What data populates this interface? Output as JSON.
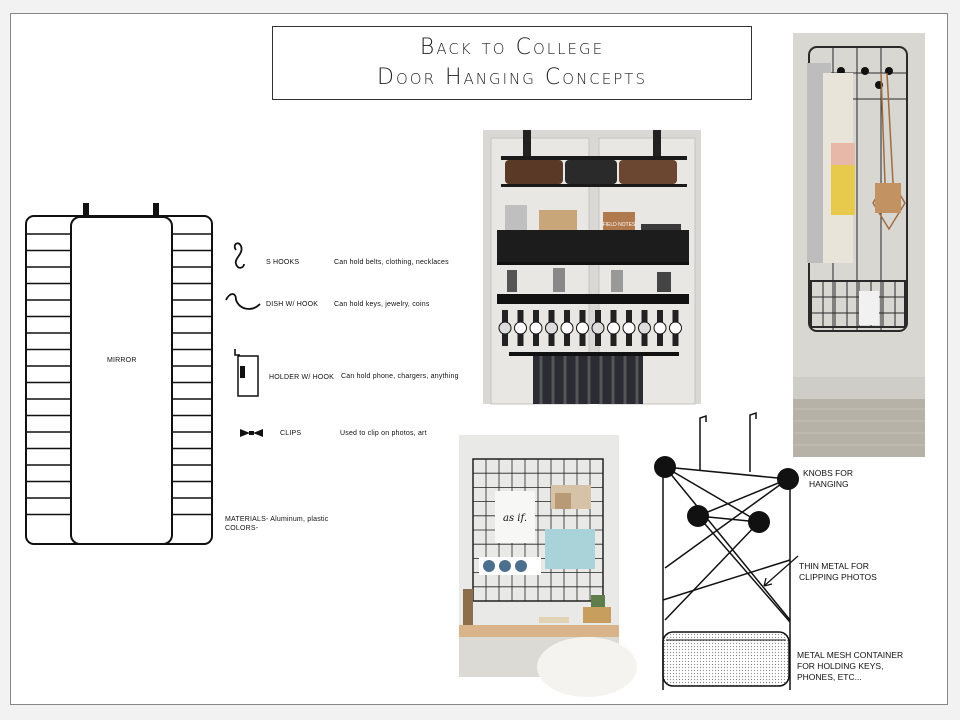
{
  "title": {
    "line1": "Back to College",
    "line2": "Door Hanging Concepts"
  },
  "mirror_label": "MIRROR",
  "legend": [
    {
      "name": "S HOOKS",
      "desc": "Can hold belts, clothing, necklaces",
      "icon": "s-hook-icon"
    },
    {
      "name": "DISH W/ HOOK",
      "desc": "Can hold keys, jewelry, coins",
      "icon": "dish-hook-icon"
    },
    {
      "name": "HOLDER W/ HOOK",
      "desc": "Can hold phone, chargers, anything",
      "icon": "holder-hook-icon"
    },
    {
      "name": "CLIPS",
      "desc": "Used to clip on photos, art",
      "icon": "clip-icon"
    }
  ],
  "materials": {
    "line1": "MATERIALS- Aluminum, plastic",
    "line2": "COLORS-"
  },
  "photo_organizer": {
    "notebook_text": "FIELD NOTES"
  },
  "photo_wall_grid": {
    "card_text": "as if."
  },
  "concept_notes": [
    {
      "line1": "KNOBS FOR",
      "line2": "HANGING"
    },
    {
      "line1": "THIN METAL FOR",
      "line2": "CLIPPING PHOTOS"
    },
    {
      "line1": "METAL MESH CONTAINER",
      "line2": "FOR HOLDING KEYS,",
      "line3": "PHONES, ETC..."
    }
  ]
}
